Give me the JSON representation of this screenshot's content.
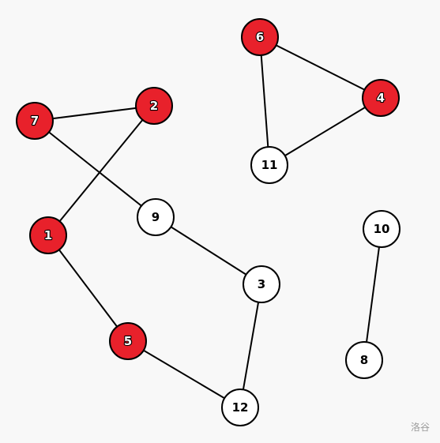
{
  "colors": {
    "background": "#f8f8f8",
    "highlight_fill": "#e8212b",
    "plain_fill": "#ffffff",
    "stroke": "#000000",
    "watermark": "#9a9a9a"
  },
  "watermark": "洛谷",
  "graph": {
    "nodes": [
      {
        "id": "1",
        "label": "1",
        "highlighted": true
      },
      {
        "id": "2",
        "label": "2",
        "highlighted": true
      },
      {
        "id": "3",
        "label": "3",
        "highlighted": false
      },
      {
        "id": "4",
        "label": "4",
        "highlighted": true
      },
      {
        "id": "5",
        "label": "5",
        "highlighted": true
      },
      {
        "id": "6",
        "label": "6",
        "highlighted": true
      },
      {
        "id": "7",
        "label": "7",
        "highlighted": true
      },
      {
        "id": "8",
        "label": "8",
        "highlighted": false
      },
      {
        "id": "9",
        "label": "9",
        "highlighted": false
      },
      {
        "id": "10",
        "label": "10",
        "highlighted": false
      },
      {
        "id": "11",
        "label": "11",
        "highlighted": false
      },
      {
        "id": "12",
        "label": "12",
        "highlighted": false
      }
    ],
    "edges": [
      {
        "from": "7",
        "to": "2"
      },
      {
        "from": "2",
        "to": "1"
      },
      {
        "from": "7",
        "to": "9"
      },
      {
        "from": "1",
        "to": "5"
      },
      {
        "from": "9",
        "to": "3"
      },
      {
        "from": "3",
        "to": "12"
      },
      {
        "from": "5",
        "to": "12"
      },
      {
        "from": "6",
        "to": "4"
      },
      {
        "from": "6",
        "to": "11"
      },
      {
        "from": "11",
        "to": "4"
      },
      {
        "from": "10",
        "to": "8"
      }
    ]
  }
}
